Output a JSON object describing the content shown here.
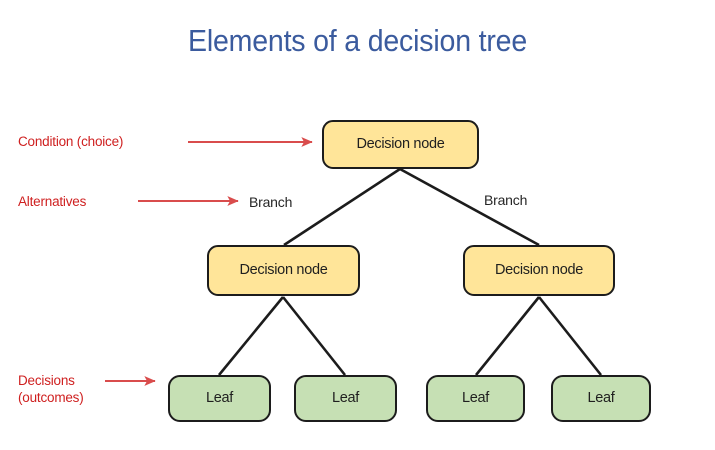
{
  "page": {
    "title": "Elements of a decision tree",
    "background": "#ffffff"
  },
  "colors": {
    "title": "#3b5b9e",
    "annotation_red": "#cf2020",
    "decision_fill": "#ffe599",
    "leaf_fill": "#c6e0b4",
    "node_border": "#1c1c1c",
    "edge_line": "#1c1c1c",
    "branch_text": "#262626"
  },
  "diagram": {
    "type": "decision-tree",
    "nodes": [
      {
        "id": "root",
        "kind": "decision",
        "label": "Decision node"
      },
      {
        "id": "left",
        "kind": "decision",
        "label": "Decision node"
      },
      {
        "id": "right",
        "kind": "decision",
        "label": "Decision node"
      },
      {
        "id": "leaf1",
        "kind": "leaf",
        "label": "Leaf"
      },
      {
        "id": "leaf2",
        "kind": "leaf",
        "label": "Leaf"
      },
      {
        "id": "leaf3",
        "kind": "leaf",
        "label": "Leaf"
      },
      {
        "id": "leaf4",
        "kind": "leaf",
        "label": "Leaf"
      }
    ],
    "edge_labels": {
      "left": "Branch",
      "right": "Branch"
    },
    "annotations": [
      {
        "id": "condition",
        "text": "Condition (choice)",
        "points_to": "root"
      },
      {
        "id": "alternatives",
        "text": "Alternatives",
        "points_to": "branch"
      },
      {
        "id": "decisions",
        "line1": "Decisions",
        "line2": "(outcomes)",
        "points_to": "leaf1"
      }
    ]
  }
}
